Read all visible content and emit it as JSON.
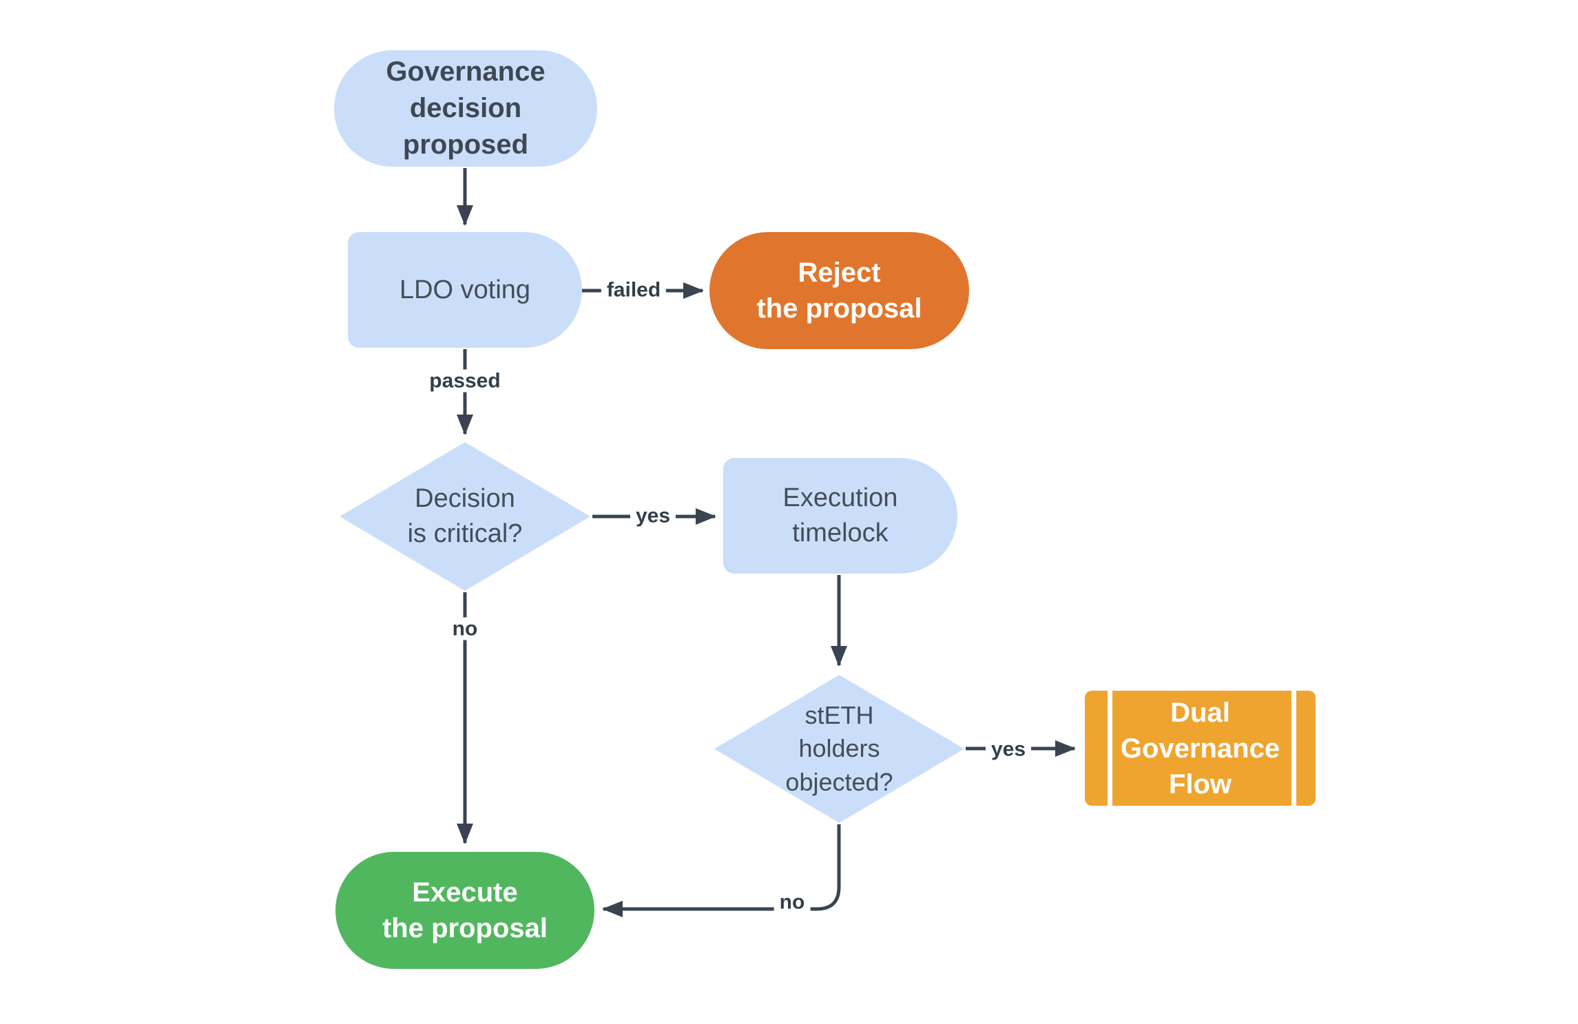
{
  "diagram": {
    "background": "#FFFFFF",
    "colors": {
      "node_blue": "#CBDEF9",
      "node_orange": "#E0762D",
      "node_green": "#51B75F",
      "node_amber": "#EFA42F",
      "connector": "#3A4451",
      "text_dark": "#434E59",
      "text_light": "#FFFFFF"
    },
    "nodes": {
      "governance_proposed": {
        "label": "Governance\ndecision\nproposed",
        "shape": "stadium",
        "fill": "#CBDEF9"
      },
      "ldo_voting": {
        "label": "LDO voting",
        "shape": "delay",
        "fill": "#CBDEF9"
      },
      "reject_proposal": {
        "label": "Reject\nthe proposal",
        "shape": "stadium",
        "fill": "#E0762D"
      },
      "decision_critical": {
        "label": "Decision\nis critical?",
        "shape": "diamond",
        "fill": "#CBDEF9"
      },
      "execution_timelock": {
        "label": "Execution\ntimelock",
        "shape": "delay",
        "fill": "#CBDEF9"
      },
      "steth_objected": {
        "label": "stETH\nholders\nobjected?",
        "shape": "diamond",
        "fill": "#CBDEF9"
      },
      "dual_governance": {
        "label": "Dual\nGovernance\nFlow",
        "shape": "subroutine",
        "fill": "#EFA42F"
      },
      "execute_proposal": {
        "label": "Execute\nthe proposal",
        "shape": "stadium",
        "fill": "#51B75F"
      }
    },
    "edges": {
      "proposed_to_voting": {
        "label": ""
      },
      "voting_to_reject": {
        "label": "failed"
      },
      "voting_to_decision": {
        "label": "passed"
      },
      "decision_to_timelock": {
        "label": "yes"
      },
      "decision_to_execute": {
        "label": "no"
      },
      "timelock_to_steth": {
        "label": ""
      },
      "steth_to_dualgov": {
        "label": "yes"
      },
      "steth_to_execute": {
        "label": "no"
      }
    }
  }
}
